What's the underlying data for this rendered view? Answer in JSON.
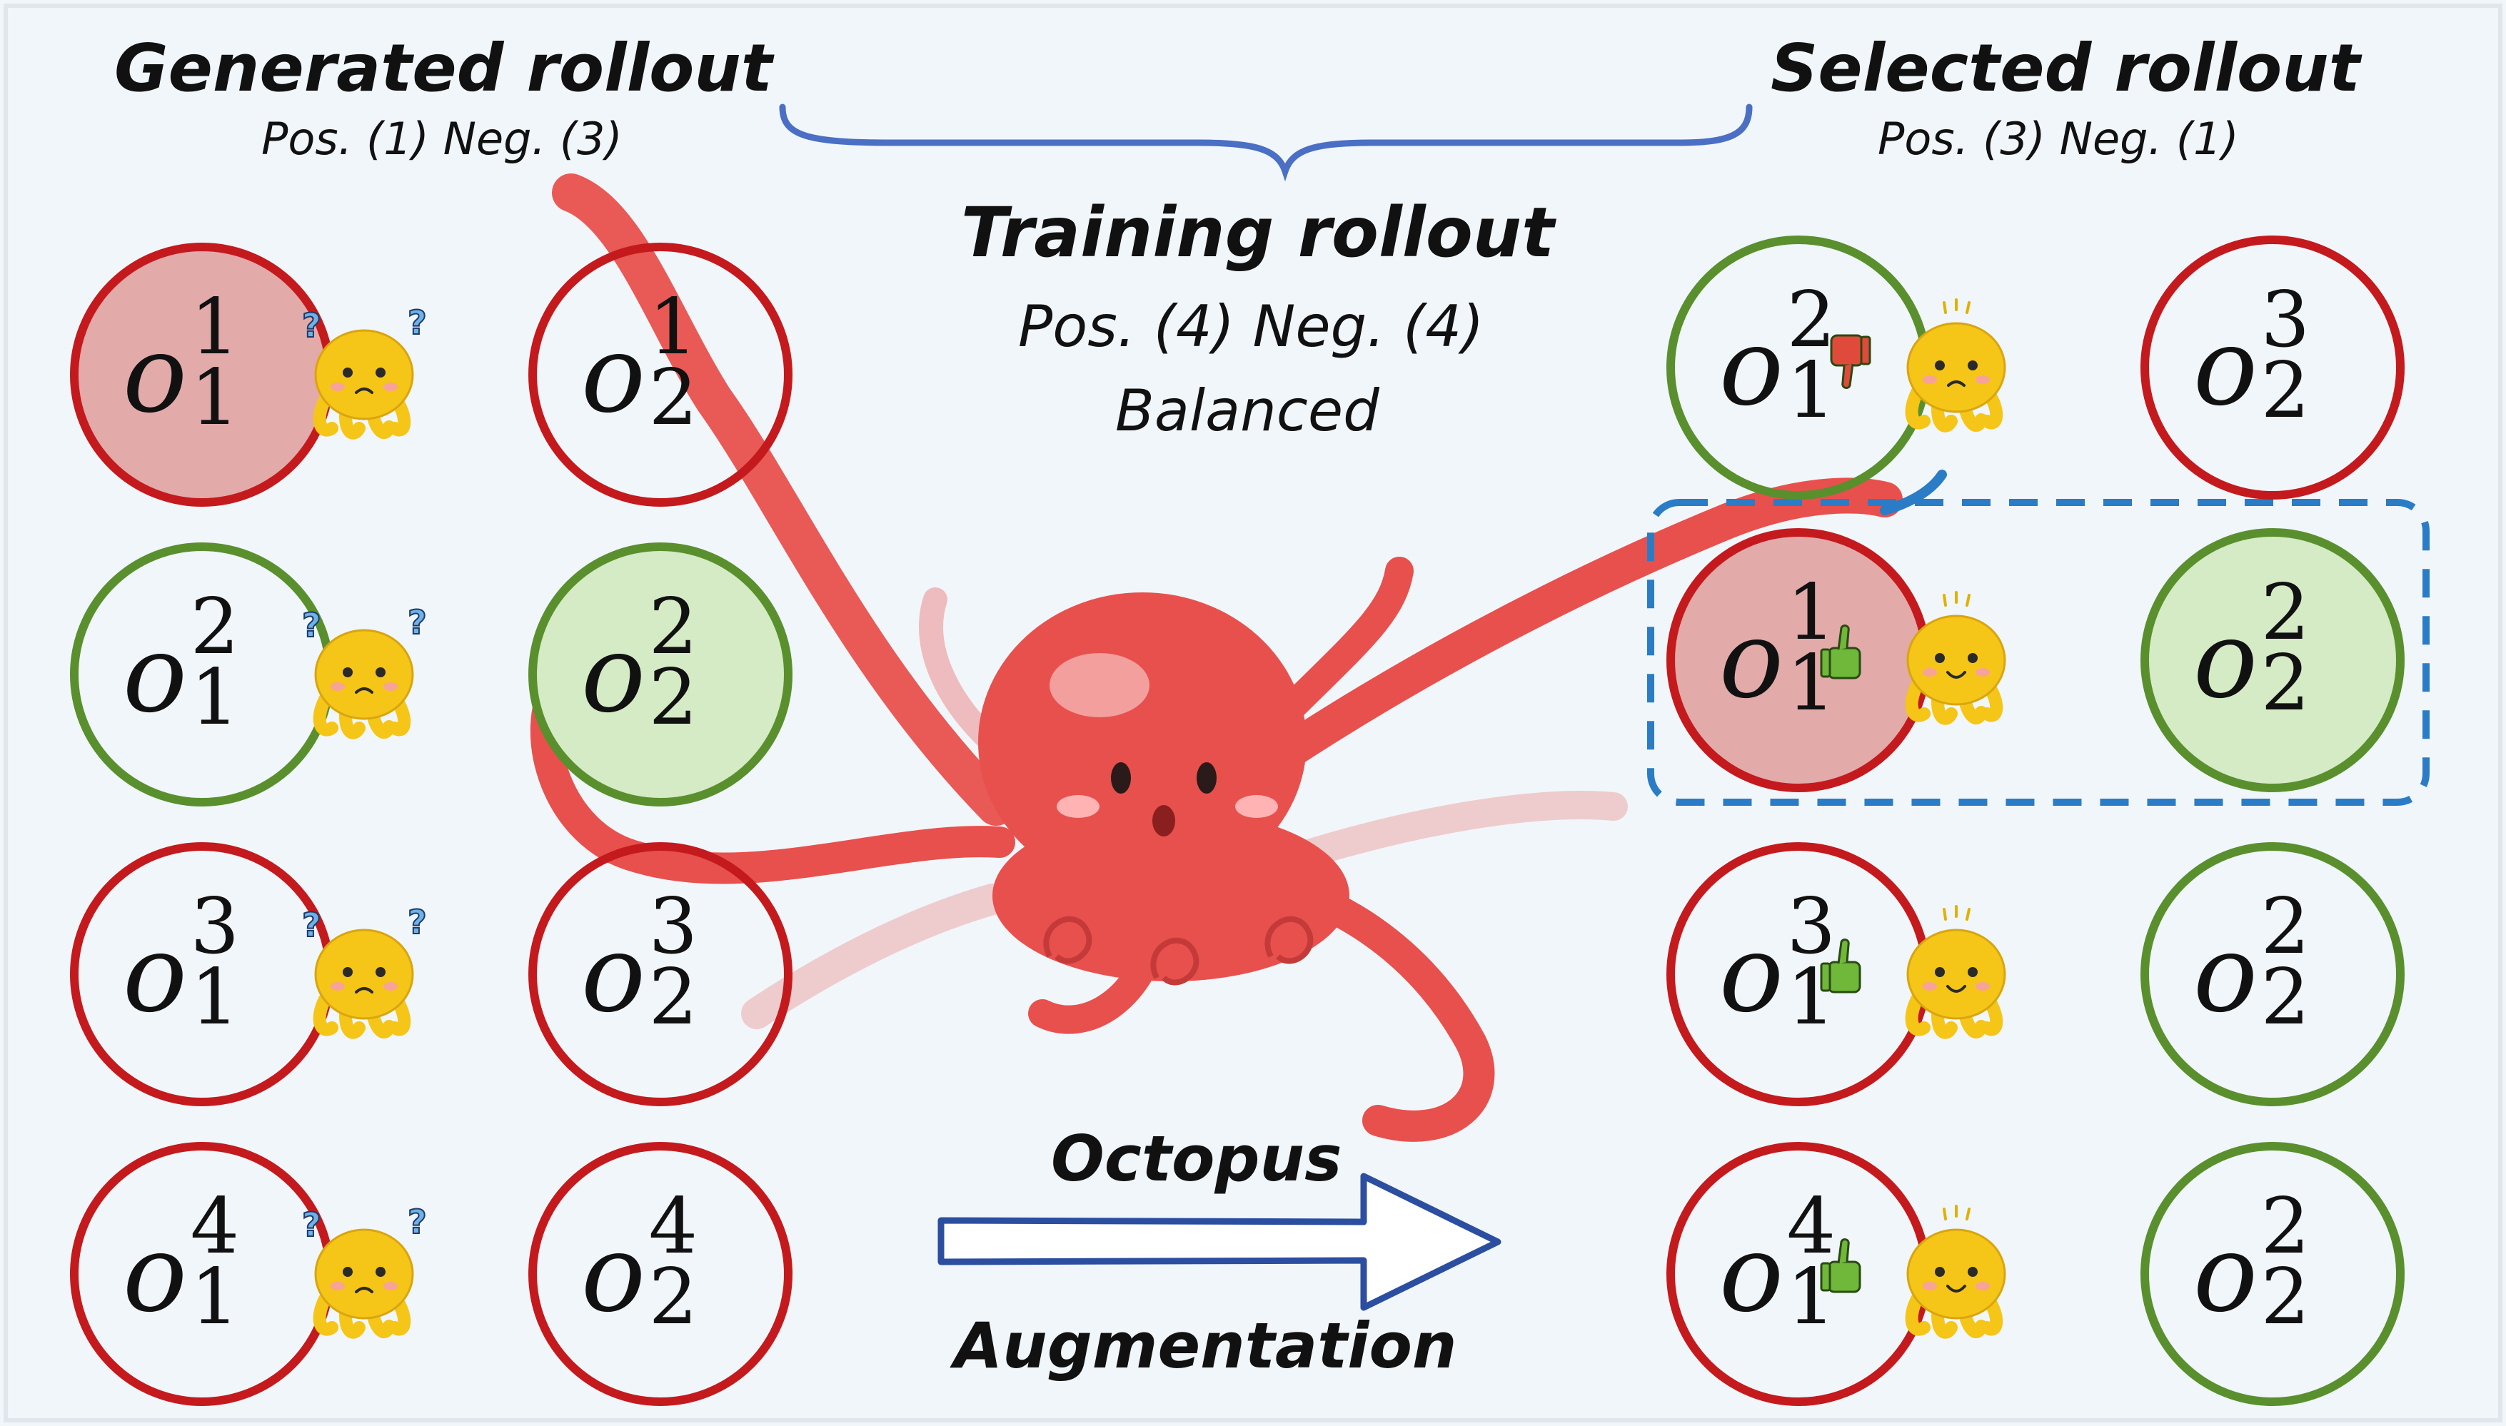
{
  "headers": {
    "generated_title": "Generated rollout",
    "generated_sub": "Pos. (1) Neg. (3)",
    "selected_title": "Selected rollout",
    "selected_sub": "Pos. (3) Neg. (1)",
    "training_title": "Training rollout",
    "training_sub": "Pos. (4) Neg. (4)",
    "training_note": "Balanced"
  },
  "arrow": {
    "top_label": "Octopus",
    "bottom_label": "Augmentation"
  },
  "symbol": "o",
  "colors": {
    "negative": "#c41a1d",
    "positive": "#5a8f2e",
    "negative_fill": "#e3aaaa",
    "positive_fill": "#d4ebc5",
    "brace": "#4a6fc4",
    "arrow": "#2b4ea0",
    "octopus": "#e8504d",
    "mascot": "#f5c518",
    "selection_box": "#2a7cc7"
  },
  "left_rows": [
    {
      "a": {
        "sup": "1",
        "sub": "1",
        "label": "negative",
        "highlight": true
      },
      "b": {
        "sup": "1",
        "sub": "2",
        "label": "negative",
        "highlight": false
      },
      "mascot": "confused"
    },
    {
      "a": {
        "sup": "2",
        "sub": "1",
        "label": "positive",
        "highlight": false
      },
      "b": {
        "sup": "2",
        "sub": "2",
        "label": "positive",
        "highlight": true
      },
      "mascot": "confused"
    },
    {
      "a": {
        "sup": "3",
        "sub": "1",
        "label": "negative",
        "highlight": false
      },
      "b": {
        "sup": "3",
        "sub": "2",
        "label": "negative",
        "highlight": false
      },
      "mascot": "confused"
    },
    {
      "a": {
        "sup": "4",
        "sub": "1",
        "label": "negative",
        "highlight": false
      },
      "b": {
        "sup": "4",
        "sub": "2",
        "label": "negative",
        "highlight": false
      },
      "mascot": "confused"
    }
  ],
  "right_rows": [
    {
      "a": {
        "sup": "2",
        "sub": "1",
        "label": "positive",
        "highlight": false
      },
      "b": {
        "sup": "3",
        "sub": "2",
        "label": "negative",
        "highlight": false
      },
      "mascot": "thumbs-down",
      "selected": false
    },
    {
      "a": {
        "sup": "1",
        "sub": "1",
        "label": "negative",
        "highlight": true
      },
      "b": {
        "sup": "2",
        "sub": "2",
        "label": "positive",
        "highlight": true
      },
      "mascot": "thumbs-up",
      "selected": true
    },
    {
      "a": {
        "sup": "3",
        "sub": "1",
        "label": "negative",
        "highlight": false
      },
      "b": {
        "sup": "2",
        "sub": "2",
        "label": "positive",
        "highlight": false
      },
      "mascot": "thumbs-up",
      "selected": false
    },
    {
      "a": {
        "sup": "4",
        "sub": "1",
        "label": "negative",
        "highlight": false
      },
      "b": {
        "sup": "2",
        "sub": "2",
        "label": "positive",
        "highlight": false
      },
      "mascot": "thumbs-up",
      "selected": false
    }
  ]
}
